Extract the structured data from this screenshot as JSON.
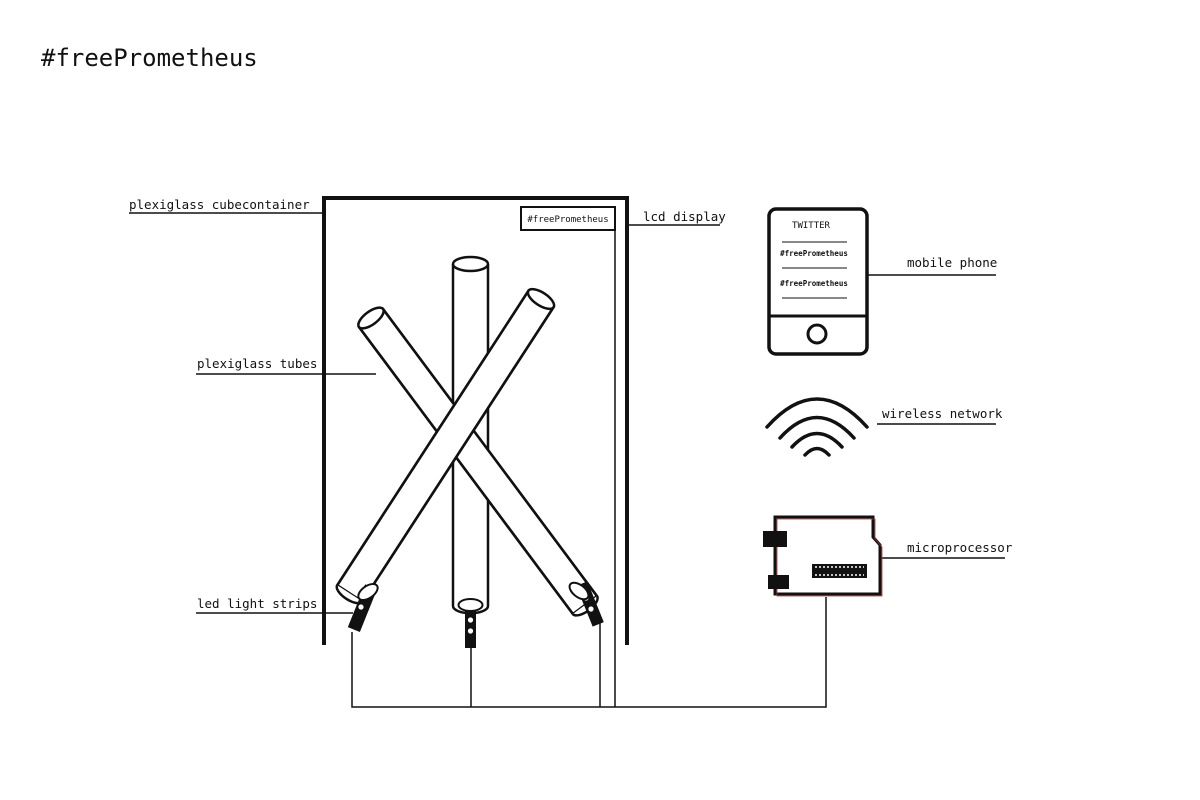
{
  "title": "#freePrometheus",
  "labels": {
    "cube_container": "plexiglass cubecontainer",
    "tubes": "plexiglass tubes",
    "led_strips": "led light strips",
    "lcd_display": "lcd display",
    "mobile_phone": "mobile phone",
    "wireless_network": "wireless network",
    "microprocessor": "microprocessor"
  },
  "lcd": {
    "text": "#freePrometheus"
  },
  "phone": {
    "header": "TWITTER",
    "messages": [
      "#freePrometheus",
      "#freePrometheus"
    ]
  },
  "colors": {
    "stroke": "#111111",
    "background": "#ffffff"
  }
}
